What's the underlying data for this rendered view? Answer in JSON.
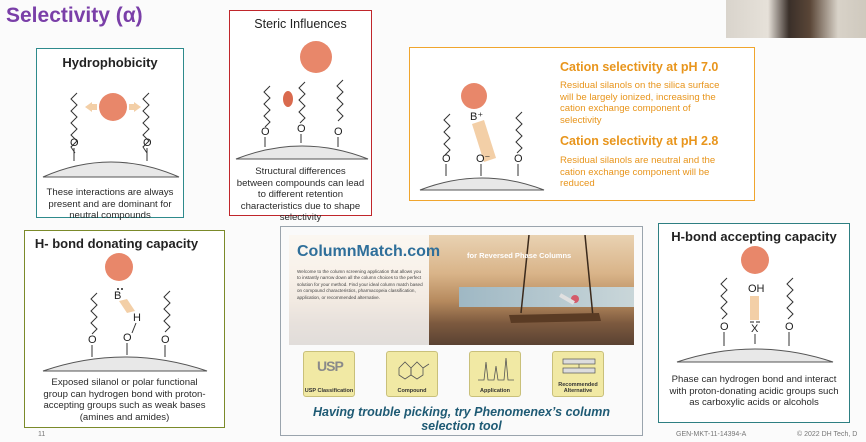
{
  "slide": {
    "title": "Selectivity (α)",
    "page_number": "11",
    "footer_code": "GEN-MKT-11-14394-A",
    "copyright": "© 2022 DH Tech, D"
  },
  "panels": {
    "hydrophobicity": {
      "title": "Hydrophobicity",
      "caption": "These interactions are always present and are dominant for neutral compounds",
      "o_label": "O"
    },
    "steric": {
      "title": "Steric Influences",
      "caption": "Structural differences between compounds can lead to different retention characteristics due to shape selectivity",
      "o_label": "O"
    },
    "cation": {
      "heading1": "Cation selectivity at pH 7.0",
      "text1": "Residual silanols on the silica surface will be largely ionized, increasing the cation exchange component of selectivity",
      "heading2": "Cation selectivity at pH 2.8",
      "text2": "Residual silanols are neutral and the cation exchange component will be reduced",
      "b_label": "B⁺",
      "o_label": "O",
      "o_minus_label": "O⁻"
    },
    "h_donating": {
      "title": "H- bond donating capacity",
      "caption": "Exposed silanol or polar functional group can hydrogen bond with proton-accepting groups such as weak bases (amines and amides)",
      "b_label": "B",
      "h_label": "H",
      "o_label": "O"
    },
    "h_accepting": {
      "title": "H-bond accepting capacity",
      "caption": "Phase can hydrogen bond and interact with proton-donating acidic groups such as carboxylic acids or alcohols",
      "oh_label": "OH",
      "x_label": "X",
      "o_label": "O"
    },
    "columnmatch": {
      "logo": "ColumnMatch.com",
      "tagline": "for Reversed Phase Columns",
      "intro": "Welcome to the column screening application that allows you to instantly narrow down all the column choices to the perfect solution for your method. Find your ideal column match based on compound characteristics, pharmacopeia classification, application, or recommended alternative.",
      "icons": [
        "USP Classification",
        "Compound",
        "Application",
        "Recommended Alternative"
      ],
      "usp_mark": "USP",
      "caption": "Having trouble picking, try Phenomenex’s column selection tool"
    }
  },
  "colors": {
    "title_purple": "#7a3fa8",
    "blob": "#e8876a",
    "hydrophobicity_border": "#2e8a8c",
    "steric_border": "#c0262b",
    "cation_border": "#f0a52d",
    "cation_heading": "#e8951c",
    "h_donating_border": "#7b8a2a",
    "h_accepting_border": "#2e7f82",
    "columnmatch_caption": "#1e5a74"
  }
}
